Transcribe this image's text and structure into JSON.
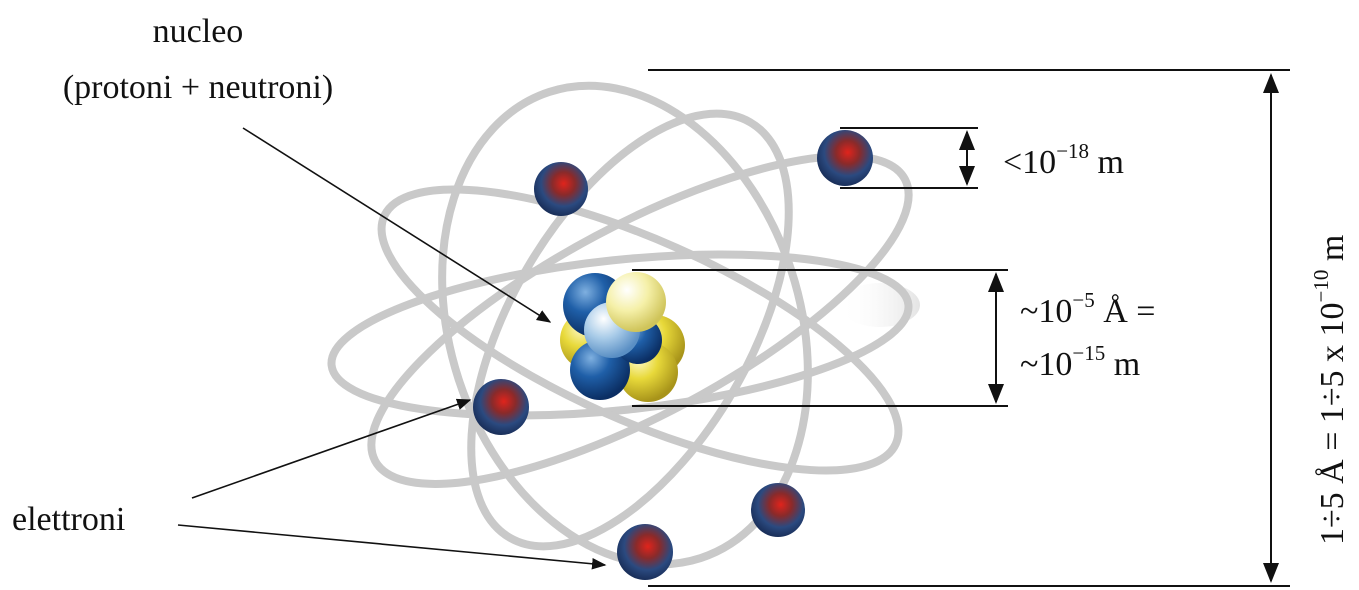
{
  "labels": {
    "nucleus_line1": "nucleo",
    "nucleus_line2": "(protoni + neutroni)",
    "electrons": "elettroni"
  },
  "dimensions": {
    "electron": {
      "prefix": "<10",
      "exponent": "−18",
      "unit": " m"
    },
    "nucleus_a": {
      "prefix": "~10",
      "exponent": "−5",
      "unit": " Å ="
    },
    "nucleus_m": {
      "prefix": "~10",
      "exponent": "−15",
      "unit": " m"
    },
    "atom": {
      "prefix": "1÷5 Å = 1÷5 x 10",
      "exponent": "−10",
      "unit": " m"
    }
  },
  "colors": {
    "orbit": "#c9c9c9",
    "proton": "#e2cf2a",
    "proton_light": "#f3ee9a",
    "neutron": "#1f5fa8",
    "neutron_light": "#9cc4e6",
    "electron_blue": "#24447a",
    "electron_red": "#c0201c",
    "line": "#111111"
  }
}
